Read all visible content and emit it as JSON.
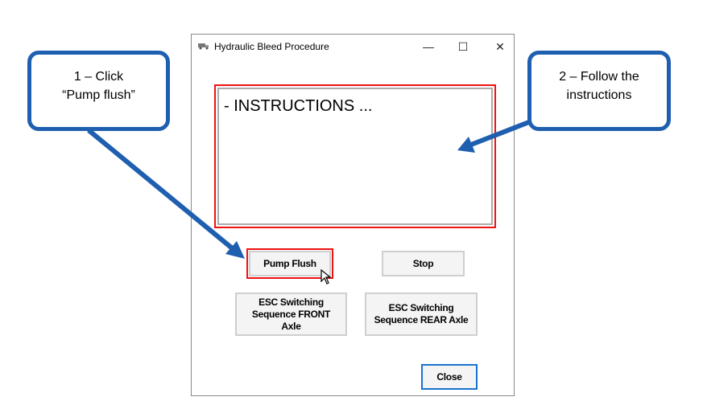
{
  "window": {
    "title": "Hydraulic Bleed Procedure",
    "minimize": "—",
    "maximize": "☐",
    "close": "✕"
  },
  "instructions": "- INSTRUCTIONS ...",
  "buttons": {
    "pump_flush": "Pump Flush",
    "stop": "Stop",
    "esc_front": "ESC Switching Sequence FRONT Axle",
    "esc_rear": "ESC Switching Sequence REAR Axle",
    "close": "Close"
  },
  "callouts": {
    "step1_line1": "1 – Click",
    "step1_line2": "“Pump flush”",
    "step2_line1": "2 – Follow the",
    "step2_line2": "instructions"
  },
  "colors": {
    "callout": "#1f5fb0",
    "highlight": "#e11111"
  }
}
